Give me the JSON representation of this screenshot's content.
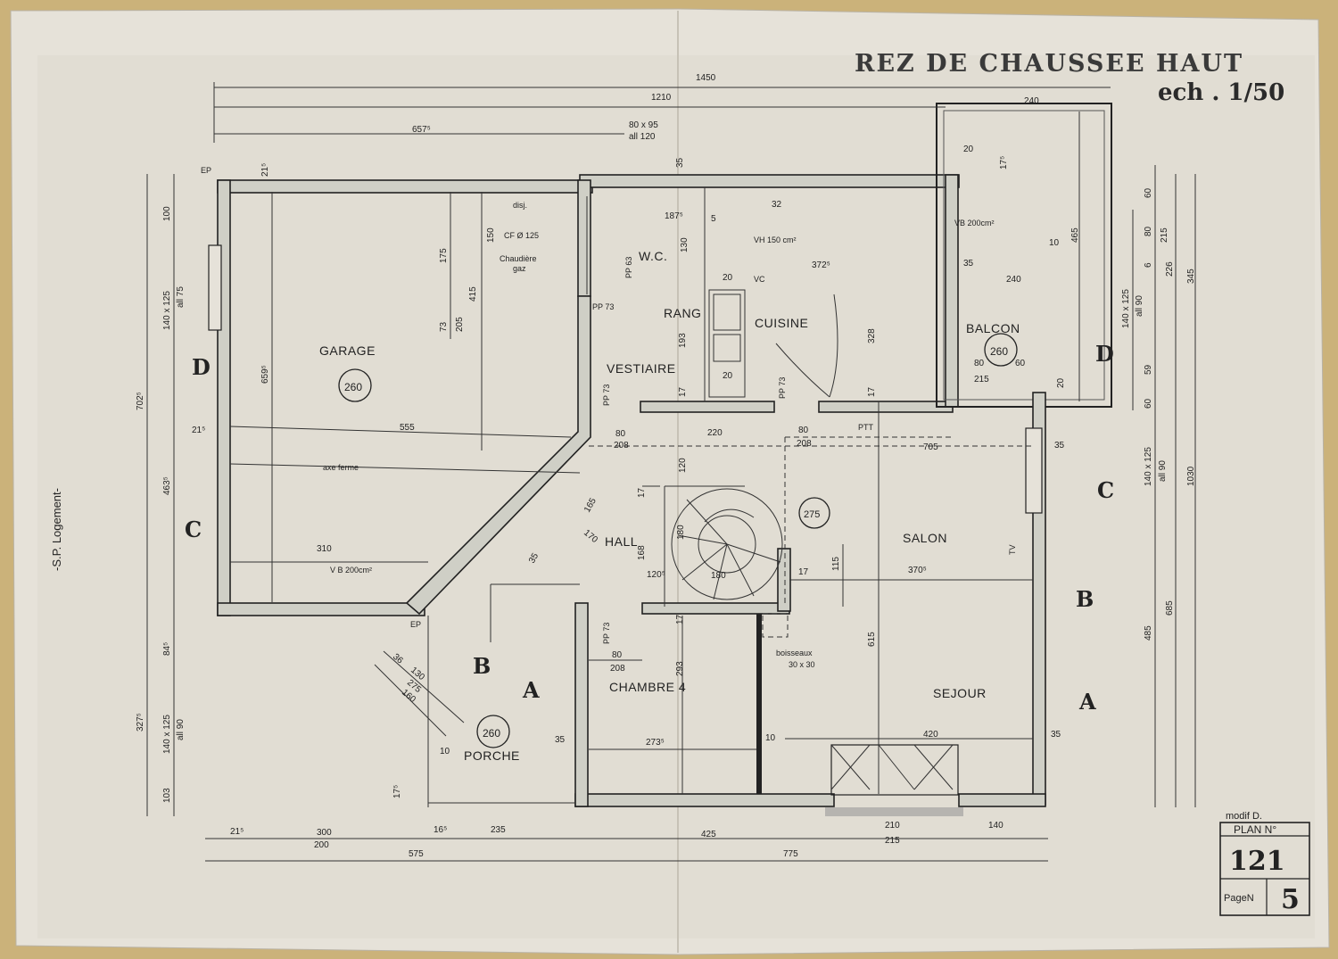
{
  "title": "REZ DE CHAUSSEE HAUT",
  "scale": "ech . 1/50",
  "side_note": "-S.P. Logement-",
  "rooms": {
    "garage": "GARAGE",
    "wc": "W.C.",
    "rang": "RANG",
    "cuisine": "CUISINE",
    "vestiaire": "VESTIAIRE",
    "balcon": "BALCON",
    "salon": "SALON",
    "hall": "HALL",
    "chambre": "CHAMBRE 4",
    "sejour": "SEJOUR",
    "porche": "PORCHE"
  },
  "heights": {
    "garage": "260",
    "balcon": "260",
    "porche": "260",
    "salon": "275"
  },
  "annotations": {
    "disj": "disj.",
    "cf": "CF Ø 125",
    "chaudiere": "Chaudière",
    "gaz": "gaz",
    "vh": "VH 150 cm²",
    "vb_kitchen": "VB 200cm²",
    "vb_garage": "V B 200cm²",
    "vc": "VC",
    "pp73_a": "PP 73",
    "pp73_b": "PP 73",
    "pp73_c": "PP 73",
    "pp73_d": "PP 73",
    "pp63": "PP 63",
    "axe": "axe ferme",
    "boisseaux": "boisseaux",
    "boisseaux_dim": "30 x 30",
    "ptt": "PTT",
    "tv": "TV",
    "ep_top": "EP",
    "ep_bottom": "EP"
  },
  "sections": {
    "a": "A",
    "b": "B",
    "c": "C",
    "d": "D"
  },
  "dimensions": {
    "d1450": "1450",
    "d1210": "1210",
    "d657": "657⁵",
    "d80x95": "80 x 95",
    "dall120": "all 120",
    "d240top": "240",
    "d20a": "20",
    "d175a": "17⁵",
    "d21a": "21⁵",
    "d35a": "35",
    "d100": "100",
    "d140x125": "140 x 125",
    "dall75": "all 75",
    "d702": "702⁵",
    "d463": "463⁵",
    "d21b": "21⁵",
    "d327": "327⁵",
    "d84": "84⁵",
    "d140x125b": "140 x 125",
    "dall90": "all 90",
    "d103": "103",
    "d175": "175",
    "d150": "150",
    "d415": "415",
    "d73": "73",
    "d205": "205",
    "d659": "659⁵",
    "d555": "555",
    "d310": "310",
    "d187": "187⁵",
    "d5": "5",
    "d130": "130",
    "d32": "32",
    "d372": "372⁵",
    "d20b": "20",
    "d193": "193",
    "d17a": "17",
    "d20c": "20",
    "d328": "328",
    "d17b": "17",
    "d465": "465",
    "d10": "10",
    "d35b": "35",
    "d240": "240",
    "d80": "80",
    "d60": "60",
    "d215": "215",
    "d20d": "20",
    "d80b": "80",
    "d208": "208",
    "d220": "220",
    "d80c": "80",
    "d208b": "208",
    "d705": "705",
    "d35c": "35",
    "d120": "120",
    "d17c": "17",
    "d165": "165",
    "d170": "170",
    "d35d": "35",
    "d168": "168",
    "d120b": "120⁵",
    "d180": "180",
    "d180b": "180",
    "d17d": "17",
    "d115": "115",
    "d370": "370⁵",
    "d17e": "17",
    "d80d": "80",
    "d208c": "208",
    "d293": "293",
    "d615": "615",
    "d36": "36",
    "d130b": "130",
    "d275": "275",
    "d160": "160",
    "d10b": "10",
    "d35e": "35",
    "d273": "273⁵",
    "d10c": "10",
    "d420": "420",
    "d35f": "35",
    "d175b": "17⁵",
    "d215b": "21⁵",
    "d300": "300",
    "d200": "200",
    "d16": "16⁵",
    "d235": "235",
    "d425": "425",
    "d210": "210",
    "d215c": "215",
    "d140": "140",
    "d575": "575",
    "d775": "775",
    "r60": "60",
    "r80": "80",
    "r215": "215",
    "r6": "6",
    "r226": "226",
    "r140x125": "140 x 125",
    "rall90": "all 90",
    "r59": "59",
    "r60b": "60",
    "r140x125b": "140 x 125",
    "rall90b": "all 90",
    "r485": "485",
    "r345": "345",
    "r685": "685",
    "r1030": "1030"
  },
  "cartouche": {
    "modif": "modif D.",
    "plan_label": "PLAN N°",
    "plan_number": "121",
    "page_label": "PageN",
    "page_number": "5"
  }
}
